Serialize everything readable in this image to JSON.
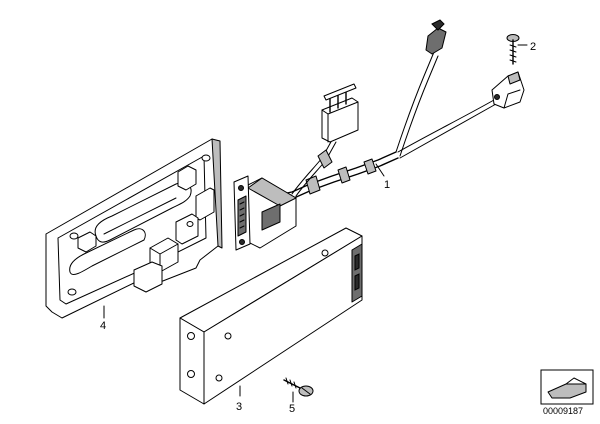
{
  "callouts": {
    "c1": "1",
    "c2": "2",
    "c3": "3",
    "c4": "4",
    "c5": "5"
  },
  "document_number": "00009187",
  "parts": [
    {
      "callout": "1",
      "part": "wiring-harness"
    },
    {
      "callout": "2",
      "part": "screw"
    },
    {
      "callout": "3",
      "part": "control-unit"
    },
    {
      "callout": "4",
      "part": "mounting-bracket"
    },
    {
      "callout": "5",
      "part": "screw"
    }
  ]
}
